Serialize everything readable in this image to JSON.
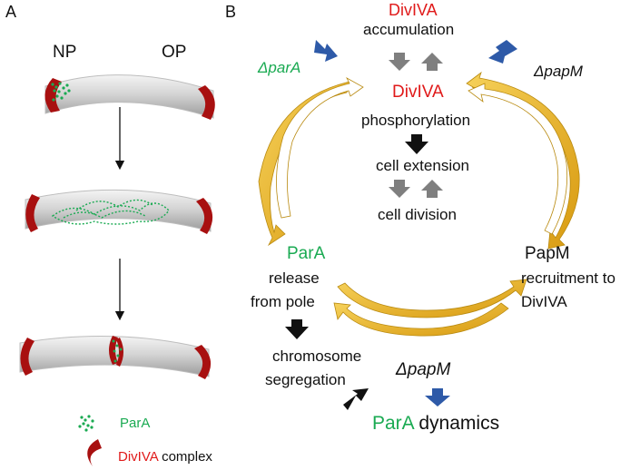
{
  "panel_a": {
    "label": "A",
    "left_pole": "NP",
    "right_pole": "OP",
    "legend": {
      "para_label": "ParA",
      "divIVA_label": "DivIVA",
      "complex_label": "complex"
    }
  },
  "panel_b": {
    "label": "B",
    "top_title_protein": "DivIVA",
    "top_title_text": "accumulation",
    "phos_protein": "DivIVA",
    "phos_text": "phosphorylation",
    "cell_extension": "cell extension",
    "cell_division": "cell division",
    "delta_parA": "ΔparA",
    "delta_papM_top": "ΔpapM",
    "para_node": "ParA",
    "para_line1": "release",
    "para_line2": "from pole",
    "papm_node": "PapM",
    "papm_line1": "recruitment to",
    "papm_line2": "DivIVA",
    "chromo_line1": "chromosome",
    "chromo_line2": "segregation",
    "delta_papM_bottom": "ΔpapM",
    "dyn_protein": "ParA",
    "dyn_text": "dynamics"
  },
  "colors": {
    "green": "#1aaa52",
    "red": "#e01a1a",
    "gold": "#e8b020",
    "blue": "#2e5aa8",
    "gray": "#7f7f7f",
    "dark_red": "#a81010"
  }
}
